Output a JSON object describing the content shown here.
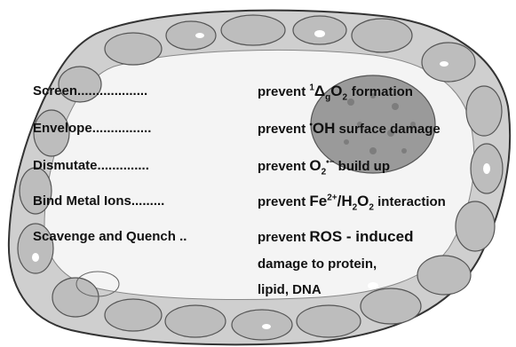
{
  "rows": [
    {
      "label": "Screen",
      "dots": "...................",
      "action": "prevent",
      "target": {
        "pre": "1",
        "main": "Δ",
        "sub1": "g",
        "mid": "O",
        "sub2": "2",
        "post": " formation"
      }
    },
    {
      "label": "Envelope",
      "dots": "................",
      "action": "prevent",
      "target": {
        "dot": "•",
        "main": "OH",
        "post": " surface damage"
      }
    },
    {
      "label": "Dismutate",
      "dots": "..............",
      "action": "prevent",
      "target": {
        "main": "O",
        "sub": "2",
        "sup": "•−",
        "post": " build up"
      }
    },
    {
      "label": "Bind Metal Ions",
      "dots": ".........",
      "action": "prevent",
      "target": {
        "main": "Fe",
        "sup": "2+",
        "sep": "/H",
        "sub1": "2",
        "mid": "O",
        "sub2": "2",
        "post": " interaction"
      }
    },
    {
      "label": "Scavenge and Quench",
      "dots": "..",
      "action": "prevent",
      "target": {
        "main": "ROS - induced",
        "line2": "damage to protein,",
        "line3": "lipid, DNA"
      }
    }
  ],
  "colors": {
    "cell_fill": "#cfcfcf",
    "cell_outline": "#333333",
    "lumen": "#f4f4f4",
    "vesicle": "#bdbdbd",
    "nucleus": "#9a9a9a",
    "text": "#111111"
  }
}
